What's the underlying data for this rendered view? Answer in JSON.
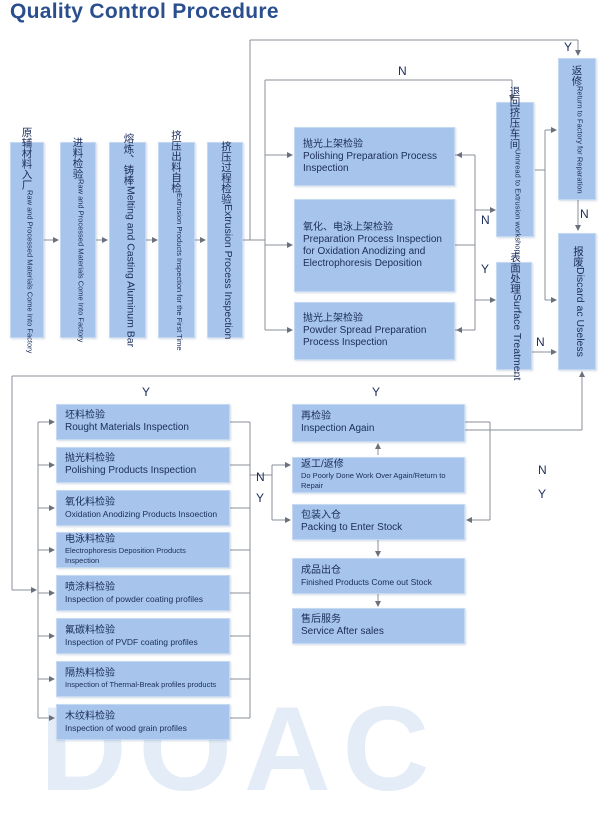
{
  "title": "Quality Control Procedure",
  "watermark": "DOAC",
  "boxes": {
    "raw": {
      "cn": "原辅材料入厂",
      "en": "Raw and Processed Materials Come Into Factory"
    },
    "incoming": {
      "cn": "进料检验",
      "en": "Raw and Processed Materials Come Into Factory"
    },
    "melting": {
      "cn": "熔炼、铸棒",
      "en": "Melting and Casting Aluminum Bar"
    },
    "extrusion_first": {
      "cn": "挤压出料自检",
      "en": "Extrusion Products Inspection for the First Time"
    },
    "extrusion_process": {
      "cn": "挤压过程检验",
      "en": "Extrusion Process Inspection"
    },
    "polishing_prep": {
      "cn": "抛光上架检验",
      "en": "Polishing Preparation Process Inspection"
    },
    "oxidation_prep": {
      "cn": "氧化、电泳上架检验",
      "en": "Preparation Process Inspection for Oxidation Anodizing and Electrophoresis Deposition"
    },
    "powder_prep": {
      "cn": "抛光上架检验",
      "en": "Powder Spread Preparation Process Inspection"
    },
    "return_extrusion": {
      "cn": "退回挤压车间",
      "en": "Unnread to Extrusion workshop"
    },
    "surface": {
      "cn": "表面处理",
      "en": "Surface Treatment"
    },
    "return_factory": {
      "cn": "返修",
      "en": "Return to Factory for Reparation"
    },
    "discard": {
      "cn": "报废",
      "en": "Discard ac Useless"
    },
    "rough": {
      "cn": "坯料检验",
      "en": "Rought Materials Inspection"
    },
    "polishing_products": {
      "cn": "抛光料检验",
      "en": "Polishing Products Inspection"
    },
    "oxidation_products": {
      "cn": "氧化料检验",
      "en": "Oxidation Anodizing Products Insoection"
    },
    "electro_products": {
      "cn": "电泳料检验",
      "en": "Electrophoresis Deposition Products Inspection"
    },
    "powder_coating": {
      "cn": "喷涂料检验",
      "en": "Inspection of powder coating profiles"
    },
    "pvdf": {
      "cn": "氟碳料检验",
      "en": "Inspection of PVDF coating profiles"
    },
    "thermal": {
      "cn": "隔热料检验",
      "en": "Inspection of Thermal-Break profiles products"
    },
    "wood": {
      "cn": "木纹料检验",
      "en": "Inspection of wood grain profiles"
    },
    "again": {
      "cn": "再检验",
      "en": "Inspection Again"
    },
    "rework": {
      "cn": "返工/返修",
      "en": "Do Poorly Done Work Over Again/Return to Repair"
    },
    "packing": {
      "cn": "包装入仓",
      "en": "Packing to Enter Stock"
    },
    "finished": {
      "cn": "成品出仓",
      "en": "Finished Products Come out Stock"
    },
    "service": {
      "cn": "售后服务",
      "en": "Service After sales"
    }
  },
  "labels": {
    "yes": "Y",
    "no": "N"
  },
  "colors": {
    "box": "#a7c5ec",
    "line": "#8a8f99",
    "title": "#2b4f8e",
    "text": "#1a2c5a"
  }
}
